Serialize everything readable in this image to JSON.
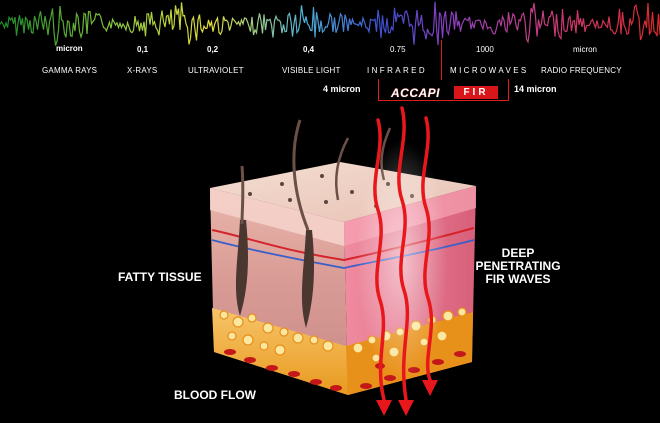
{
  "spectrum": {
    "scale": [
      "micron",
      "0,1",
      "0,2",
      "0,4",
      "0.75",
      "1000",
      "micron"
    ],
    "bands": [
      "GAMMA RAYS",
      "X-RAYS",
      "ULTRAVIOLET",
      "VISIBLE LIGHT",
      "INFRARED",
      "MICROWAVES",
      "RADIO FREQUENCY"
    ],
    "range_start": "4 micron",
    "range_end": "14 micron"
  },
  "brand": {
    "name": "ACCAPI",
    "badge": "FIR"
  },
  "labels": {
    "fatty_tissue": "FATTY TISSUE",
    "blood_flow": "BLOOD FLOW",
    "deep_line1": "DEEP",
    "deep_line2": "PENETRATING",
    "deep_line3": "FIR WAVES"
  },
  "colors": {
    "accent": "#e21b1b",
    "skin": "#e9b2ad",
    "fat": "#f2a526",
    "blood": "#c3171a"
  }
}
